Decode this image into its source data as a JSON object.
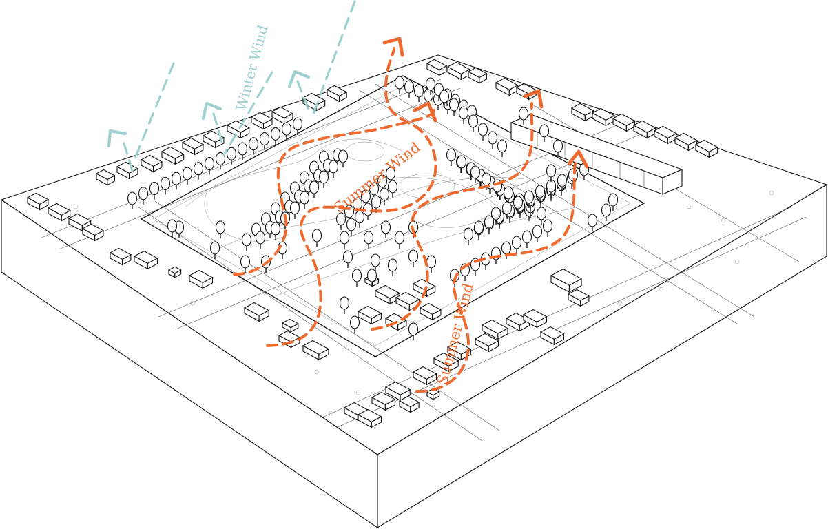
{
  "labels": {
    "winter_wind": "Winter Wind",
    "summer_wind_north": "Summer Wind",
    "summer_wind_south": "Summer Wind"
  },
  "colors": {
    "winter_wind": "#9fd0d1",
    "summer_wind": "#ef6a2e",
    "outline": "#111111"
  }
}
